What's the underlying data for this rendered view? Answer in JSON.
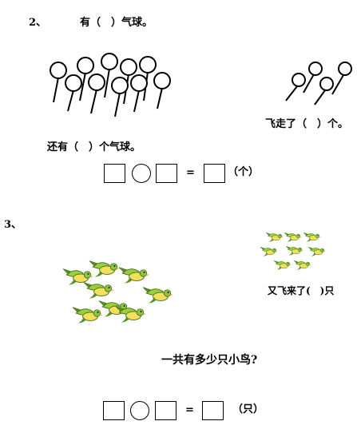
{
  "q2": {
    "number": "2、",
    "prompt": "有（　）气球。",
    "flew_away": "飞走了（　）个。",
    "remaining": "还有（　）个气球。",
    "equation": {
      "equals": "=",
      "unit": "（个）"
    }
  },
  "q3": {
    "number": "3、",
    "more_came": "又飞来了(　)只",
    "question": "一共有多少只小鸟?",
    "equation": {
      "equals": "=",
      "unit": "（只）"
    }
  }
}
